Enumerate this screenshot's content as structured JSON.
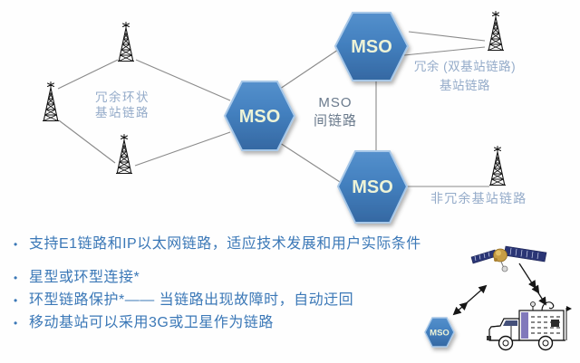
{
  "diagram": {
    "nodes": {
      "mso_center": "MSO",
      "mso_top_right": "MSO",
      "mso_bottom_right": "MSO",
      "mso_mobile": "MSO"
    },
    "labels": {
      "ring_line1": "冗余环状",
      "ring_line2": "基站链路",
      "inter_mso_line1": "MSO",
      "inter_mso_line2": "间链路",
      "dual_line1": "冗余 (双基站链路)",
      "dual_line2": "基站链路",
      "non_redundant": "非冗余基站链路"
    },
    "icons": {
      "tower": "cell-tower",
      "satellite": "satellite",
      "truck": "mobile-base-station-truck"
    }
  },
  "bullets": {
    "glyph": "•",
    "items": [
      "支持E1链路和IP以太网链路，适应技术发展和用户实际条件",
      "星型或环型连接*",
      "环型链路保护*—— 当链路出现故障时，自动迂回",
      "移动基站可以采用3G或卫星作为链路"
    ]
  },
  "colors": {
    "hex_fill_top": "#5590cc",
    "hex_fill_bottom": "#3568a2",
    "hex_stroke": "#a8c8e8",
    "hex_text": "#edf3d7",
    "bullet_text": "#3b78b7",
    "pale_label": "#94abc9",
    "inter_label": "#6a7a8c",
    "link_line": "#8a8a8a"
  }
}
